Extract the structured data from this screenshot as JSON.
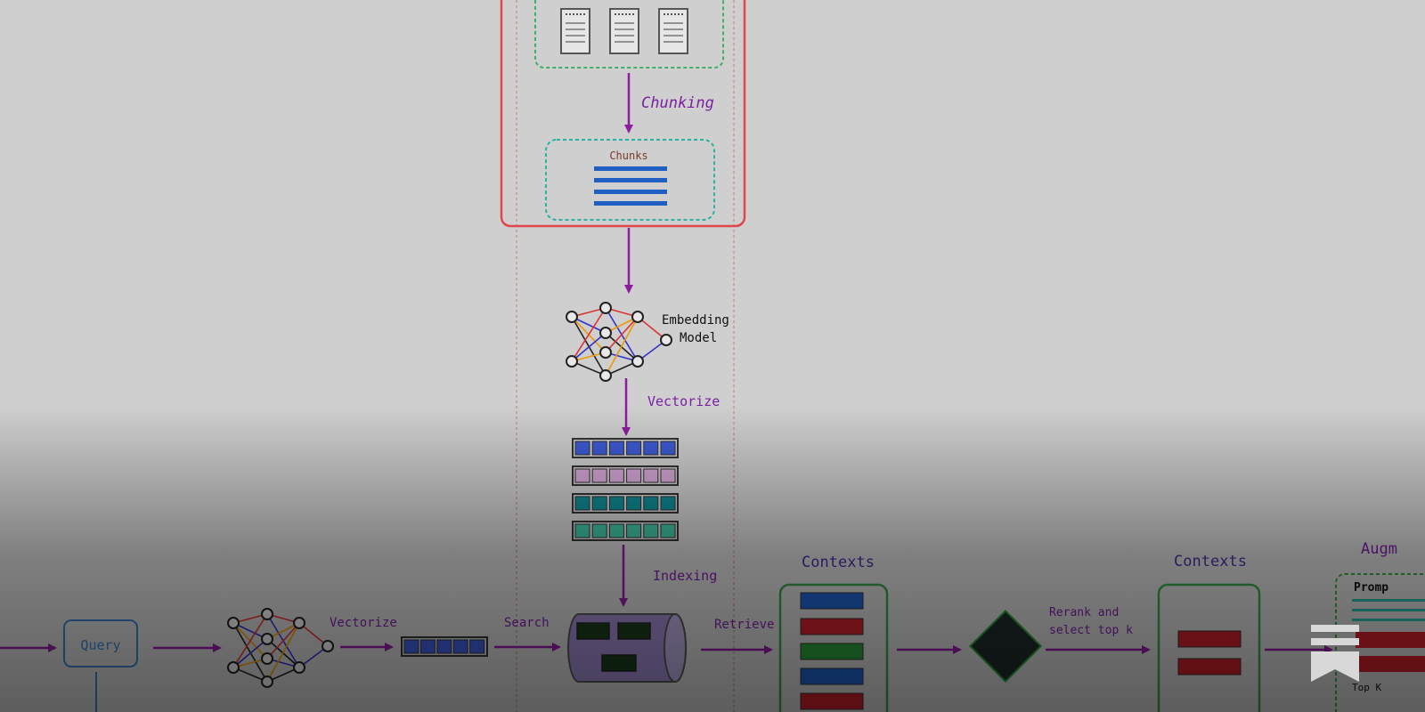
{
  "labels": {
    "chunking": "Chunking",
    "chunks": "Chunks",
    "embedding_model": "Embedding\nModel",
    "vectorize_top": "Vectorize",
    "indexing": "Indexing",
    "query": "Query",
    "vectorize_bottom": "Vectorize",
    "search": "Search",
    "retrieve": "Retrieve",
    "contexts_1": "Contexts",
    "contexts_2": "Contexts",
    "rerank": "Rerank and\nselect top k",
    "augment": "Augm",
    "prompt": "Promp",
    "top_k": "Top K"
  },
  "colors": {
    "background": "#cfcfcf",
    "arrow": "#8e1c9e",
    "label_purple": "#7a1fa2",
    "doc_frame": "#e0474c",
    "dotted_green": "#3fae6a",
    "dotted_teal": "#2bb3a0",
    "chunk_blue": "#1f5fc4",
    "vec_blue": "#3e5bd6",
    "vec_pink": "#d7a8d8",
    "vec_teal": "#0f8a93",
    "vec_mint": "#3fbfa0",
    "db_purple": "#9a86c7",
    "ctx_frame": "#3a9a4a",
    "ctx_red": "#c8202a",
    "ctx_green": "#2a9a3a",
    "ctx_blue": "#1f5fc4",
    "query_blue": "#3a7cc4"
  },
  "icons": [
    "document-icon",
    "neural-network-icon",
    "vector-store-icon",
    "reranker-icon",
    "bookmark-icon"
  ]
}
